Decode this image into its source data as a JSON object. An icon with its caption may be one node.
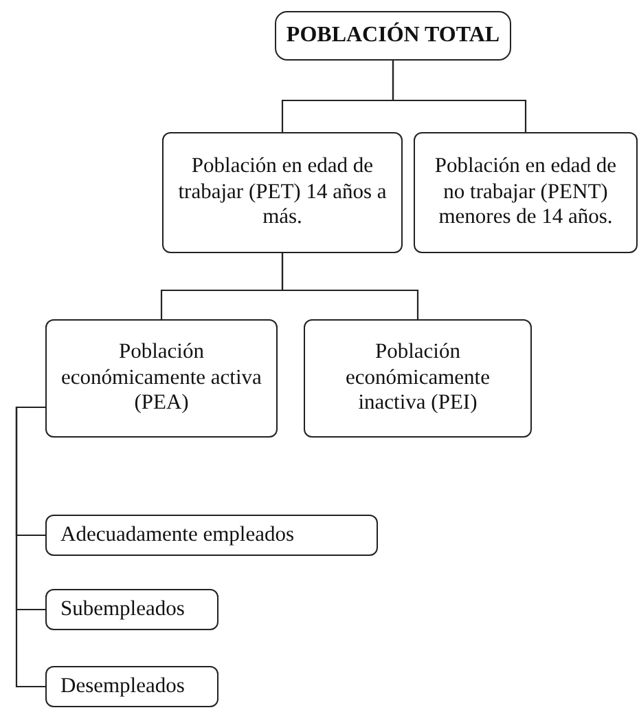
{
  "diagram": {
    "nodes": [
      {
        "text": [
          "POBLACIÓN TOTAL"
        ]
      },
      {
        "text": [
          "Población en edad de trabajar (PET) 14 años a más."
        ]
      },
      {
        "text": [
          "Población en edad de no trabajar (PENT) menores de 14 años."
        ]
      },
      {
        "text": [
          "Población económicamente activa (PEA)"
        ]
      },
      {
        "text": [
          "Población económicamente inactiva (PEI)"
        ]
      },
      {
        "text": [
          "Adecuadamente empleados"
        ]
      },
      {
        "text": [
          "Subempleados"
        ]
      },
      {
        "text": [
          "Desempleados"
        ]
      }
    ],
    "edges": [
      {
        "from": 0,
        "to": 1,
        "arrow": "none"
      },
      {
        "from": 0,
        "to": 2,
        "arrow": "none"
      },
      {
        "from": 1,
        "to": 3,
        "arrow": "none"
      },
      {
        "from": 1,
        "to": 4,
        "arrow": "none"
      },
      {
        "from": 3,
        "to": 5,
        "arrow": "none"
      },
      {
        "from": 3,
        "to": 6,
        "arrow": "none"
      },
      {
        "from": 3,
        "to": 7,
        "arrow": "none"
      }
    ]
  }
}
